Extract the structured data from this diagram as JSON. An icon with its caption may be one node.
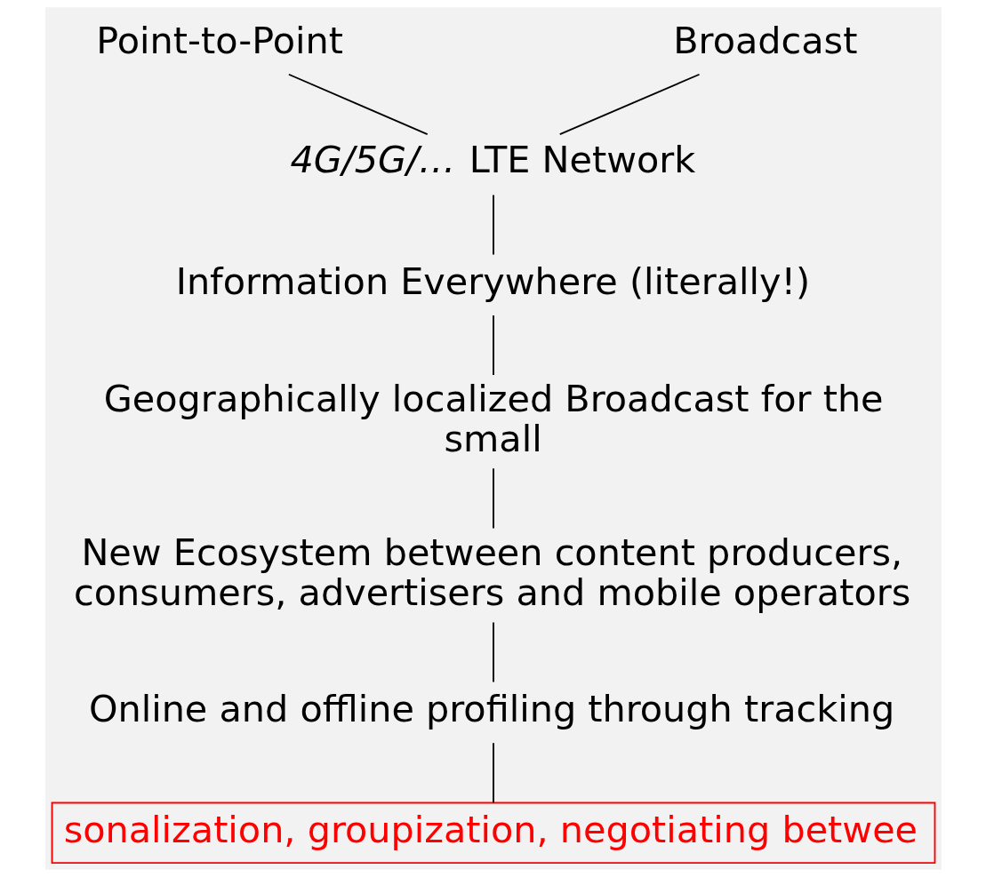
{
  "diagram": {
    "nodes": [
      {
        "text": [
          "Point-to-Point"
        ]
      },
      {
        "text": [
          "Broadcast"
        ]
      },
      {
        "text": [
          "*4G/5G/…* LTE Network"
        ]
      },
      {
        "text": [
          "Information Everywhere (literally!)"
        ]
      },
      {
        "text": [
          "Geographically localized Broadcast for the small"
        ]
      },
      {
        "text": [
          "New Ecosystem between content producers, consumers, advertisers and mobile operators"
        ]
      },
      {
        "text": [
          "Online and offline profiling through tracking"
        ]
      },
      {
        "text": [
          "sonalization, groupization, negotiating betwee"
        ]
      }
    ],
    "edges": [
      {
        "from": 0,
        "to": 2,
        "arrow": "none"
      },
      {
        "from": 1,
        "to": 2,
        "arrow": "none"
      },
      {
        "from": 2,
        "to": 3,
        "arrow": "none"
      },
      {
        "from": 3,
        "to": 4,
        "arrow": "none"
      },
      {
        "from": 4,
        "to": 5,
        "arrow": "none"
      },
      {
        "from": 5,
        "to": 6,
        "arrow": "none"
      },
      {
        "from": 6,
        "to": 7,
        "arrow": "none"
      }
    ]
  }
}
